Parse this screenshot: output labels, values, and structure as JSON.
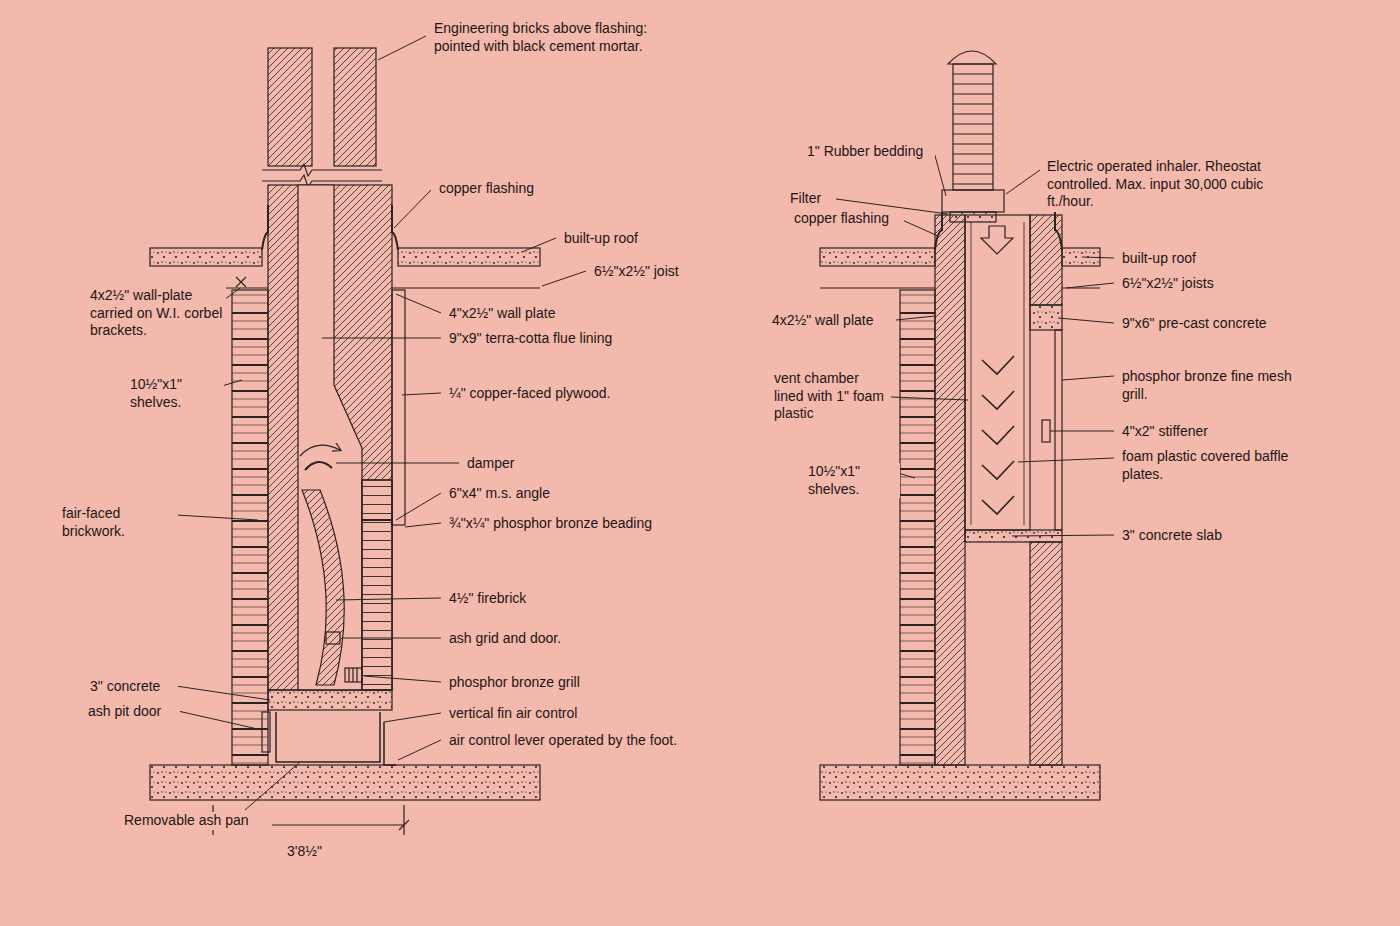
{
  "diagram": {
    "labels": [
      "Engineering bricks above flashing: pointed with black cement mortar.",
      "copper flashing",
      "built-up roof",
      "6½\"x2½\" joist",
      "4x2½\" wall-plate carried on W.I. corbel brackets.",
      "4\"x2½\" wall plate",
      "9\"x9\" terra-cotta flue lining",
      "10½\"x1\" shelves.",
      "¼\" copper-faced plywood.",
      "damper",
      "6\"x4\" m.s. angle",
      "fair-faced brickwork.",
      "¾\"x¼\" phosphor bronze beading",
      "4½\" firebrick",
      "ash grid and door.",
      "3\" concrete",
      "phosphor bronze grill",
      "vertical fin air control",
      "ash pit door",
      "air control lever operated by the foot.",
      "Removable ash pan",
      "3'8½\"",
      "1\" Rubber bedding",
      "Electric operated inhaler. Rheostat controlled. Max. input 30,000 cubic ft./hour.",
      "Filter",
      "copper flashing",
      "built-up roof",
      "6½\"x2½\" joists",
      "4x2½\" wall plate",
      "9\"x6\" pre-cast concrete",
      "vent chamber lined with 1\" foam plastic",
      "phosphor bronze fine mesh grill.",
      "4\"x2\" stiffener",
      "10½\"x1\" shelves.",
      "foam plastic covered baffle plates.",
      "3\" concrete slab"
    ]
  }
}
